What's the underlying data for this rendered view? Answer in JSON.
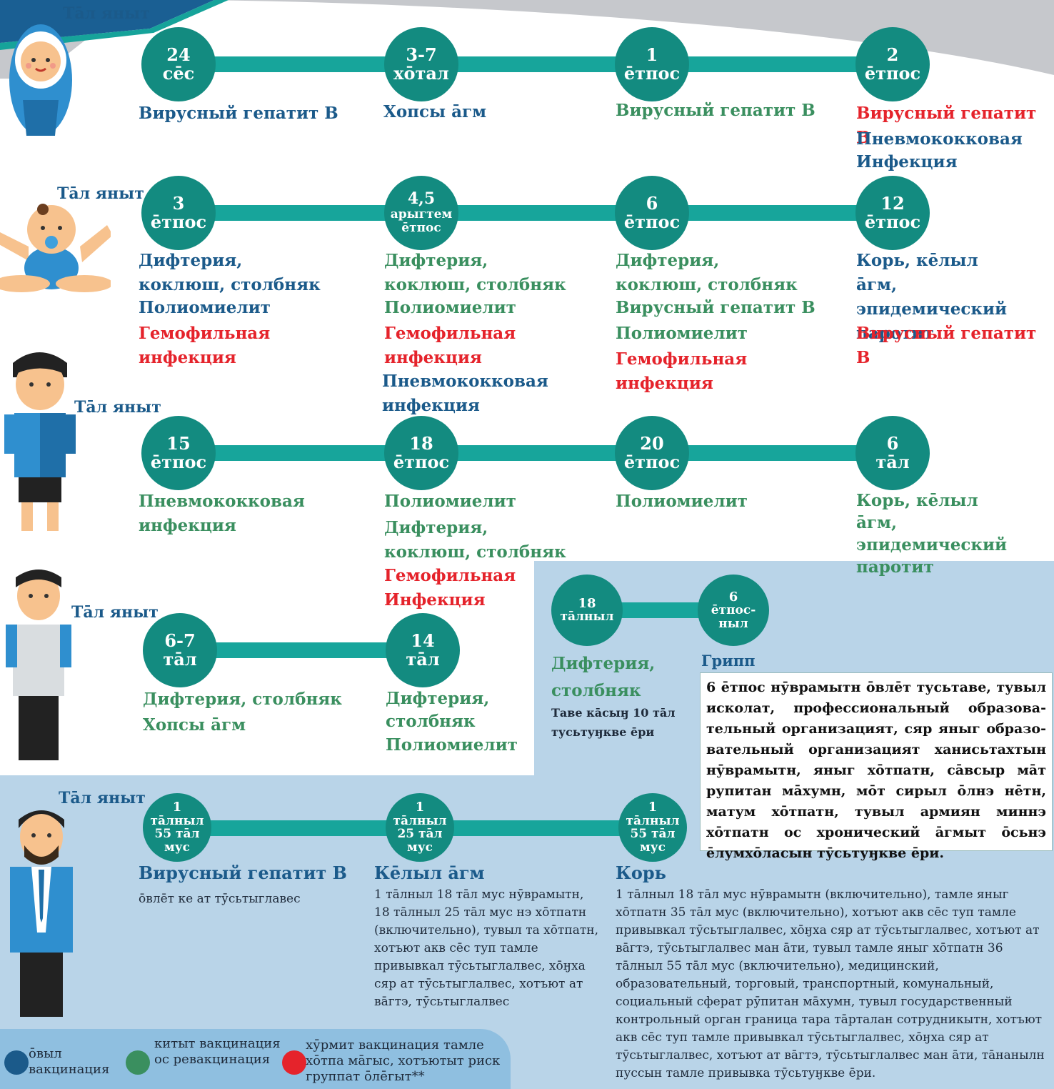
{
  "row_label": "Тāл яныт",
  "rows": [
    {
      "circles": [
        {
          "n": "24",
          "u": "сēс"
        },
        {
          "n": "3-7",
          "u": "хōтал"
        },
        {
          "n": "1",
          "u": "ēтпос"
        },
        {
          "n": "2",
          "u": "ēтпос"
        }
      ]
    },
    {
      "circles": [
        {
          "n": "3",
          "u": "ēтпос"
        },
        {
          "n": "4,5",
          "u": "арыгтем ēтпос"
        },
        {
          "n": "6",
          "u": "ēтпос"
        },
        {
          "n": "12",
          "u": "ēтпос"
        }
      ]
    },
    {
      "circles": [
        {
          "n": "15",
          "u": "ēтпос"
        },
        {
          "n": "18",
          "u": "ēтпос"
        },
        {
          "n": "20",
          "u": "ēтпос"
        },
        {
          "n": "6",
          "u": "тāл"
        }
      ]
    },
    {
      "circles": [
        {
          "n": "6-7",
          "u": "тāл"
        },
        {
          "n": "14",
          "u": "тāл"
        },
        {
          "n": "18",
          "u": "тāлныл"
        },
        {
          "n": "6",
          "u": "ēтпос-ныл"
        }
      ]
    },
    {
      "circles": [
        {
          "n": "1",
          "u": "тāлныл 55 тāл мус"
        },
        {
          "n": "1",
          "u": "тāлныл 25 тāл мус"
        },
        {
          "n": "1",
          "u": "тāлныл 55 тāл мус"
        }
      ]
    }
  ],
  "v": {
    "hepB": "Вирусный гепатит В",
    "tb": "Хопсы āгм",
    "pneumo": "Пневмококковая",
    "infection_cap": "Инфекция",
    "pneumo_full": "Пневмококковая инфекция",
    "dtp": "Дифтерия, коклюш, столбняк",
    "polio": "Полиомиелит",
    "hib": "Гемофильная инфекция",
    "hib_cap": "Гемофильная Инфекция",
    "mmr": "Корь, кēлыл āгм, эпидемический паротит",
    "dt": "Дифтерия, столбняк",
    "dt2": "Дифтерия, столбняк",
    "flu": "Грипп",
    "rubella": "Кēлыл āгм",
    "measles": "Корь"
  },
  "notes": {
    "dt_note": "Таве кāсыӈ 10 тāл тусьтуӈкве ēри",
    "flu_box": "6 ēтпос нӯврамытн ōвлēт тусьтаве, тувыл исколат, профессиональный образова-тельный организацият, сяр яныг образо-вательный организацият ханисьтахтын нӯврамытн, яныг хōтпатн, сāвсыр мāт рупитан мāхумн, мōт сирыл ōлнэ нēтн, матум хōтпатн, тувыл армиян миннэ хōтпатн ос хронический āгмыт ōсьнэ ēлумхōласын тӯсьтуӈкве ēри.",
    "hepB_adult": "ōвлēт ке ат тӯсьтыглавес",
    "rubella_note": "1 тāлныл 18 тāл мус нӯврамытн, 18 тāлныл 25 тāл мус нэ хōтпатн (включительно), тувыл та хōтпатн, хотъют акв сēс туп тамле привывкал тӯсьтыглалвес, хōӈха сяр ат тӯсьтыглалвес, хотъют ат вāгтэ, тӯсьтыглалвес",
    "measles_note": "1 тāлныл 18 тāл мус нӯврамытн (включительно), тамле яныг хōтпатн 35 тāл мус (включительно), хотъют акв сēс туп тамле привывкал тӯсьтыглалвес, хōӈха сяр ат тӯсьтыглалвес, хотъют ат вāгтэ, тӯсьтыглалвес ман āти, тувыл тамле яныг хōтпатн 36 тāлныл 55 тāл мус (включительно), медицинский, образовательный, торговый, транспортный, комунальный, социальный сферат рӯпитан мāхумн, тувыл государственный контрольный орган граница тара тāрталан сотрудникытн, хотъют акв сēс туп тамле привывкал тӯсьтыглалвес, хōӈха сяр ат тӯсьтыглалвес, хотъют ат вāгтэ, тӯсьтыглалвес ман āти, тāнанылн пуссын тамле привывка тӯсьтуӈкве ēри."
  },
  "legend": {
    "primary": "ōвыл вакцинация",
    "revacc": "китыт вакцинация ос ревакцинация",
    "risk": "хӯрмит вакцинация тамле хōтпа мāгыс, хотъютыт риск группат ōлēгыт**"
  },
  "colors": {
    "primary": "#1b5a8a",
    "revacc": "#3a8f5f",
    "risk": "#e5232b"
  }
}
